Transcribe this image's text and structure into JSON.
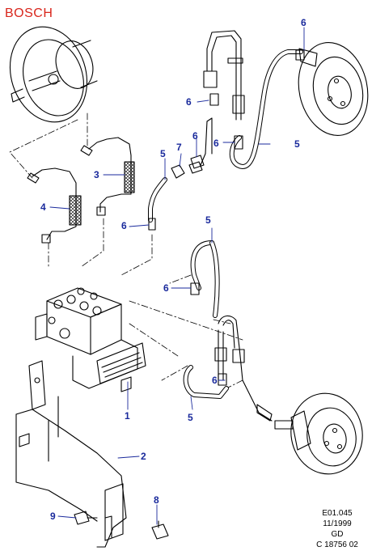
{
  "brand": {
    "text": "BOSCH",
    "color": "#d9261c"
  },
  "callout_color": "#1a2a9c",
  "callouts": [
    {
      "id": "c6a",
      "label": "6"
    },
    {
      "id": "c6b",
      "label": "6"
    },
    {
      "id": "c6c",
      "label": "6"
    },
    {
      "id": "c6d",
      "label": "6"
    },
    {
      "id": "c6e",
      "label": "6"
    },
    {
      "id": "c6f",
      "label": "6"
    },
    {
      "id": "c7",
      "label": "7"
    },
    {
      "id": "c5a",
      "label": "5"
    },
    {
      "id": "c5b",
      "label": "5"
    },
    {
      "id": "c5c",
      "label": "5"
    },
    {
      "id": "c5d",
      "label": "5"
    },
    {
      "id": "c3",
      "label": "3"
    },
    {
      "id": "c4",
      "label": "4"
    },
    {
      "id": "c1",
      "label": "1"
    },
    {
      "id": "c2",
      "label": "2"
    },
    {
      "id": "c8",
      "label": "8"
    },
    {
      "id": "c9",
      "label": "9"
    }
  ],
  "footer": {
    "line1": "E01.045",
    "line2": "11/1999",
    "line3": "GD",
    "line4": "C 18756 02"
  }
}
